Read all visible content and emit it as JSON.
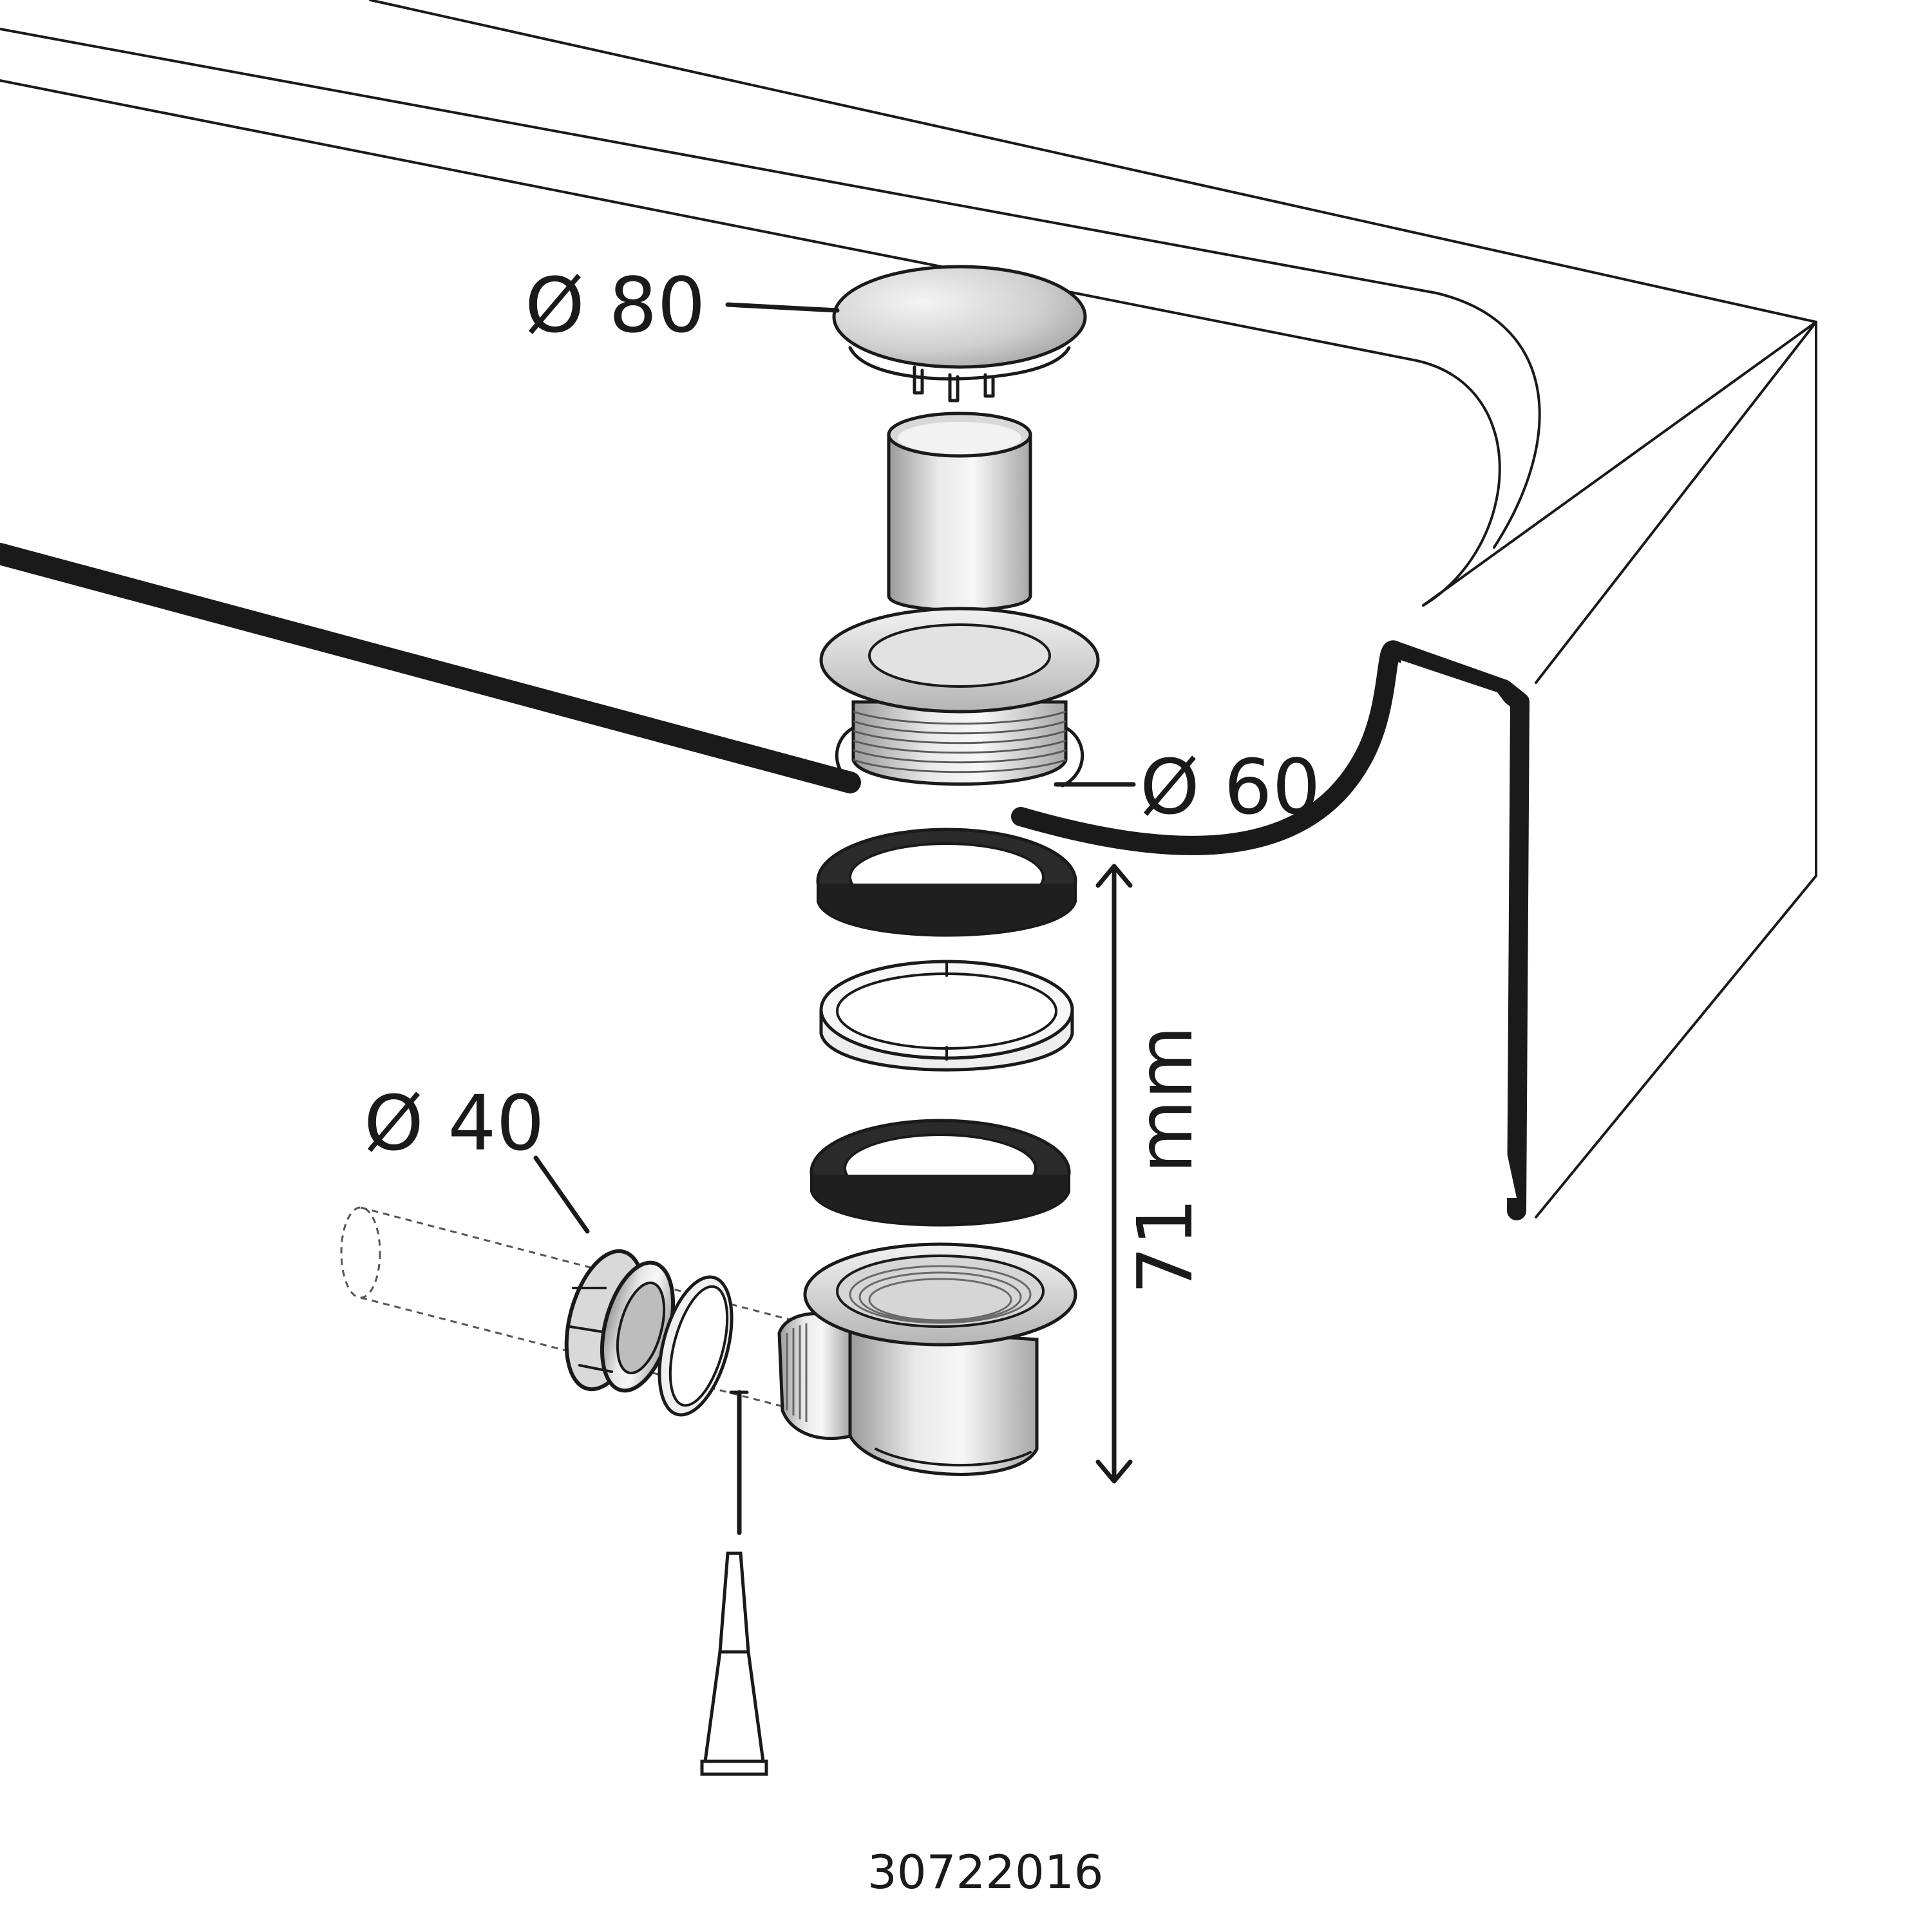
{
  "diagram": {
    "labels": {
      "cover_diameter": "Ø 80",
      "body_diameter": "Ø 60",
      "outlet_diameter": "Ø 40",
      "height_dimension": "71 mm",
      "product_code": "30722016"
    },
    "parts": [
      "shower-tray",
      "drain-cover",
      "upper-tube",
      "drain-flange",
      "gasket-top",
      "support-ring",
      "gasket-bottom",
      "drain-body",
      "outlet-nut",
      "outlet-seal",
      "outlet-pipe",
      "silicone-tube"
    ],
    "colors": {
      "line": "#1a1a1a",
      "gasket": "#2b2b2b",
      "metal_light": "#e6e6e6",
      "metal_mid": "#bdbdbd",
      "metal_dark": "#8f8f8f"
    }
  }
}
